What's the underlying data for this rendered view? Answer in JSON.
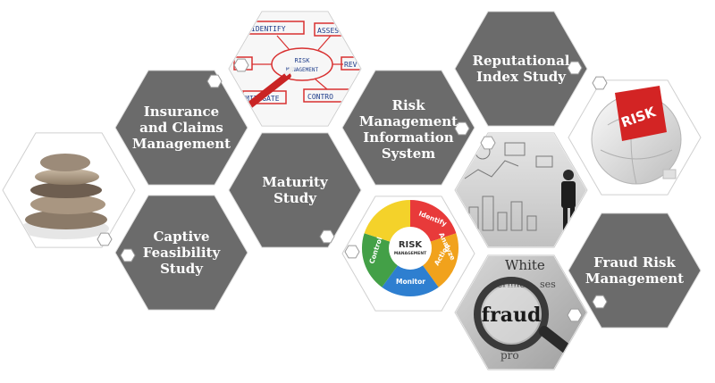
{
  "colors": {
    "hex_fill": "#6b6b6b",
    "hex_border": "#dcdcdc",
    "accent_red": "#d42a2a"
  },
  "services": {
    "insurance": "Insurance\nand Claims\nManagement",
    "captive": "Captive\nFeasibility\nStudy",
    "maturity": "Maturity\nStudy",
    "rmis": "Risk\nManagement\nInformation\nSystem",
    "reputational": "Reputational\nIndex Study",
    "fraud": "Fraud Risk\nManagement"
  },
  "images": {
    "whiteboard": {
      "identify": "IDENTIFY",
      "assess": "ASSES",
      "risk_line1": "RISK",
      "risk_line2": "MANAGEMENT",
      "review": "REV",
      "left": "R",
      "mitigate": "MITIGATE",
      "control": "CONTRO"
    },
    "wheel": {
      "center_line1": "RISK",
      "center_line2": "MANAGEMENT",
      "segments": [
        "Identify",
        "Analyze",
        "Action",
        "Monitor",
        "Control"
      ]
    },
    "puzzle": {
      "label": "RISK"
    },
    "newspaper": {
      "stamp": "fraud",
      "words": [
        "White",
        "crime",
        "ses",
        "pro"
      ]
    }
  }
}
